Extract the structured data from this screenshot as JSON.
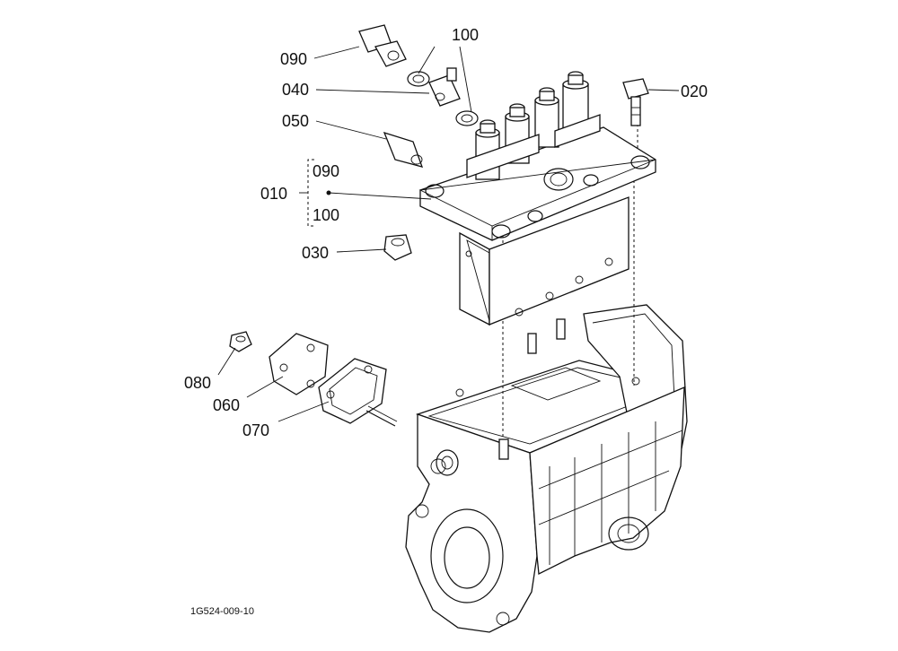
{
  "labels": {
    "p090": "090",
    "p100": "100",
    "p040": "040",
    "p050": "050",
    "p010": "010",
    "p010_sub_090": "090",
    "p010_sub_100": "100",
    "p030": "030",
    "p020": "020",
    "p080": "080",
    "p060": "060",
    "p070": "070"
  },
  "diagram_code": "1G524-009-10",
  "colors": {
    "line": "#111111",
    "background": "#ffffff"
  }
}
